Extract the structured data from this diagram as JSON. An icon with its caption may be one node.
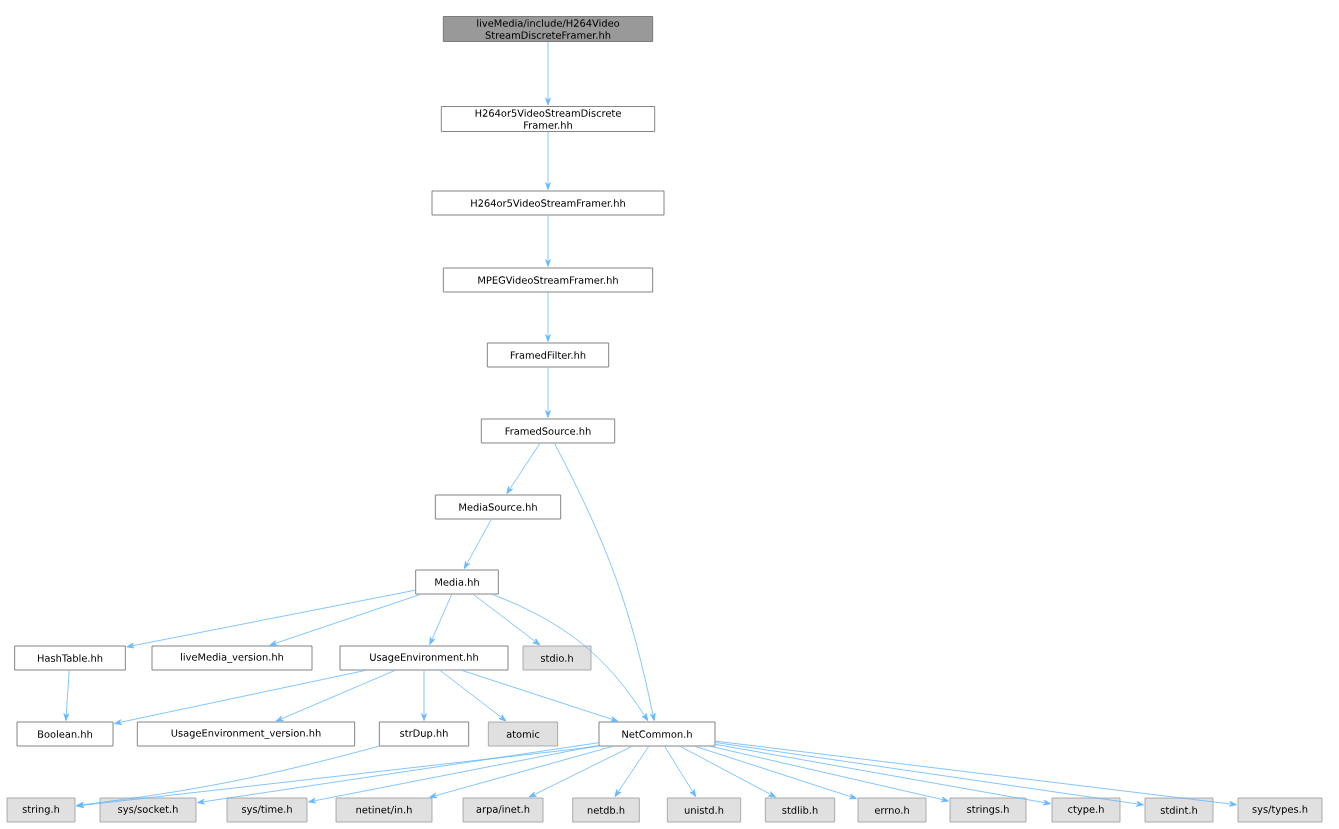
{
  "diagram": {
    "nodes": [
      {
        "text": [
          "liveMedia/include/H264Video StreamDiscreteFramer.hh"
        ]
      },
      {
        "text": [
          "H264or5VideoStreamDiscrete Framer.hh"
        ]
      },
      {
        "text": [
          "H264or5VideoStreamFramer.hh"
        ]
      },
      {
        "text": [
          "MPEGVideoStreamFramer.hh"
        ]
      },
      {
        "text": [
          "FramedFilter.hh"
        ]
      },
      {
        "text": [
          "FramedSource.hh"
        ]
      },
      {
        "text": [
          "MediaSource.hh"
        ]
      },
      {
        "text": [
          "Media.hh"
        ]
      },
      {
        "text": [
          "HashTable.hh"
        ]
      },
      {
        "text": [
          "liveMedia_version.hh"
        ]
      },
      {
        "text": [
          "UsageEnvironment.hh"
        ]
      },
      {
        "text": [
          "stdio.h"
        ]
      },
      {
        "text": [
          "Boolean.hh"
        ]
      },
      {
        "text": [
          "UsageEnvironment_version.hh"
        ]
      },
      {
        "text": [
          "strDup.hh"
        ]
      },
      {
        "text": [
          "atomic"
        ]
      },
      {
        "text": [
          "NetCommon.h"
        ]
      },
      {
        "text": [
          "string.h"
        ]
      },
      {
        "text": [
          "sys/socket.h"
        ]
      },
      {
        "text": [
          "sys/time.h"
        ]
      },
      {
        "text": [
          "netinet/in.h"
        ]
      },
      {
        "text": [
          "arpa/inet.h"
        ]
      },
      {
        "text": [
          "netdb.h"
        ]
      },
      {
        "text": [
          "unistd.h"
        ]
      },
      {
        "text": [
          "stdlib.h"
        ]
      },
      {
        "text": [
          "errno.h"
        ]
      },
      {
        "text": [
          "strings.h"
        ]
      },
      {
        "text": [
          "ctype.h"
        ]
      },
      {
        "text": [
          "stdint.h"
        ]
      },
      {
        "text": [
          "sys/types.h"
        ]
      }
    ],
    "edges": [
      {
        "from": 0,
        "to": 1,
        "arrow": "to"
      },
      {
        "from": 1,
        "to": 2,
        "arrow": "to"
      },
      {
        "from": 2,
        "to": 3,
        "arrow": "to"
      },
      {
        "from": 3,
        "to": 4,
        "arrow": "to"
      },
      {
        "from": 4,
        "to": 5,
        "arrow": "to"
      },
      {
        "from": 5,
        "to": 6,
        "arrow": "to"
      },
      {
        "from": 5,
        "to": 16,
        "arrow": "to"
      },
      {
        "from": 6,
        "to": 7,
        "arrow": "to"
      },
      {
        "from": 7,
        "to": 8,
        "arrow": "to"
      },
      {
        "from": 7,
        "to": 9,
        "arrow": "to"
      },
      {
        "from": 7,
        "to": 10,
        "arrow": "to"
      },
      {
        "from": 7,
        "to": 11,
        "arrow": "to"
      },
      {
        "from": 7,
        "to": 16,
        "arrow": "to"
      },
      {
        "from": 8,
        "to": 12,
        "arrow": "to"
      },
      {
        "from": 10,
        "to": 12,
        "arrow": "to"
      },
      {
        "from": 10,
        "to": 13,
        "arrow": "to"
      },
      {
        "from": 10,
        "to": 14,
        "arrow": "to"
      },
      {
        "from": 10,
        "to": 15,
        "arrow": "to"
      },
      {
        "from": 10,
        "to": 16,
        "arrow": "to"
      },
      {
        "from": 14,
        "to": 17,
        "arrow": "to"
      },
      {
        "from": 16,
        "to": 17,
        "arrow": "to"
      },
      {
        "from": 16,
        "to": 18,
        "arrow": "to"
      },
      {
        "from": 16,
        "to": 19,
        "arrow": "to"
      },
      {
        "from": 16,
        "to": 20,
        "arrow": "to"
      },
      {
        "from": 16,
        "to": 21,
        "arrow": "to"
      },
      {
        "from": 16,
        "to": 22,
        "arrow": "to"
      },
      {
        "from": 16,
        "to": 23,
        "arrow": "to"
      },
      {
        "from": 16,
        "to": 24,
        "arrow": "to"
      },
      {
        "from": 16,
        "to": 25,
        "arrow": "to"
      },
      {
        "from": 16,
        "to": 26,
        "arrow": "to"
      },
      {
        "from": 16,
        "to": 27,
        "arrow": "to"
      },
      {
        "from": 16,
        "to": 28,
        "arrow": "to"
      },
      {
        "from": 16,
        "to": 29,
        "arrow": "to"
      }
    ]
  }
}
